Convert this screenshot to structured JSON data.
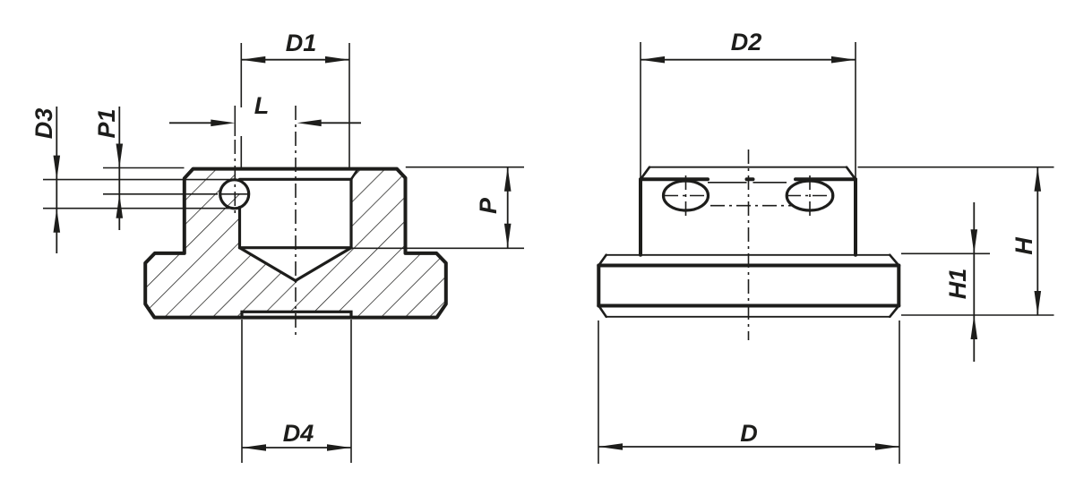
{
  "drawing": {
    "colors": {
      "line": "#1d1d1b",
      "background": "#ffffff"
    },
    "section_view": {
      "dimension_labels": {
        "d1": "D1",
        "l": "L",
        "d3": "D3",
        "p1": "P1",
        "p": "P",
        "d4": "D4"
      }
    },
    "side_view": {
      "dimension_labels": {
        "d2": "D2",
        "h": "H",
        "h1": "H1",
        "d": "D"
      }
    }
  }
}
